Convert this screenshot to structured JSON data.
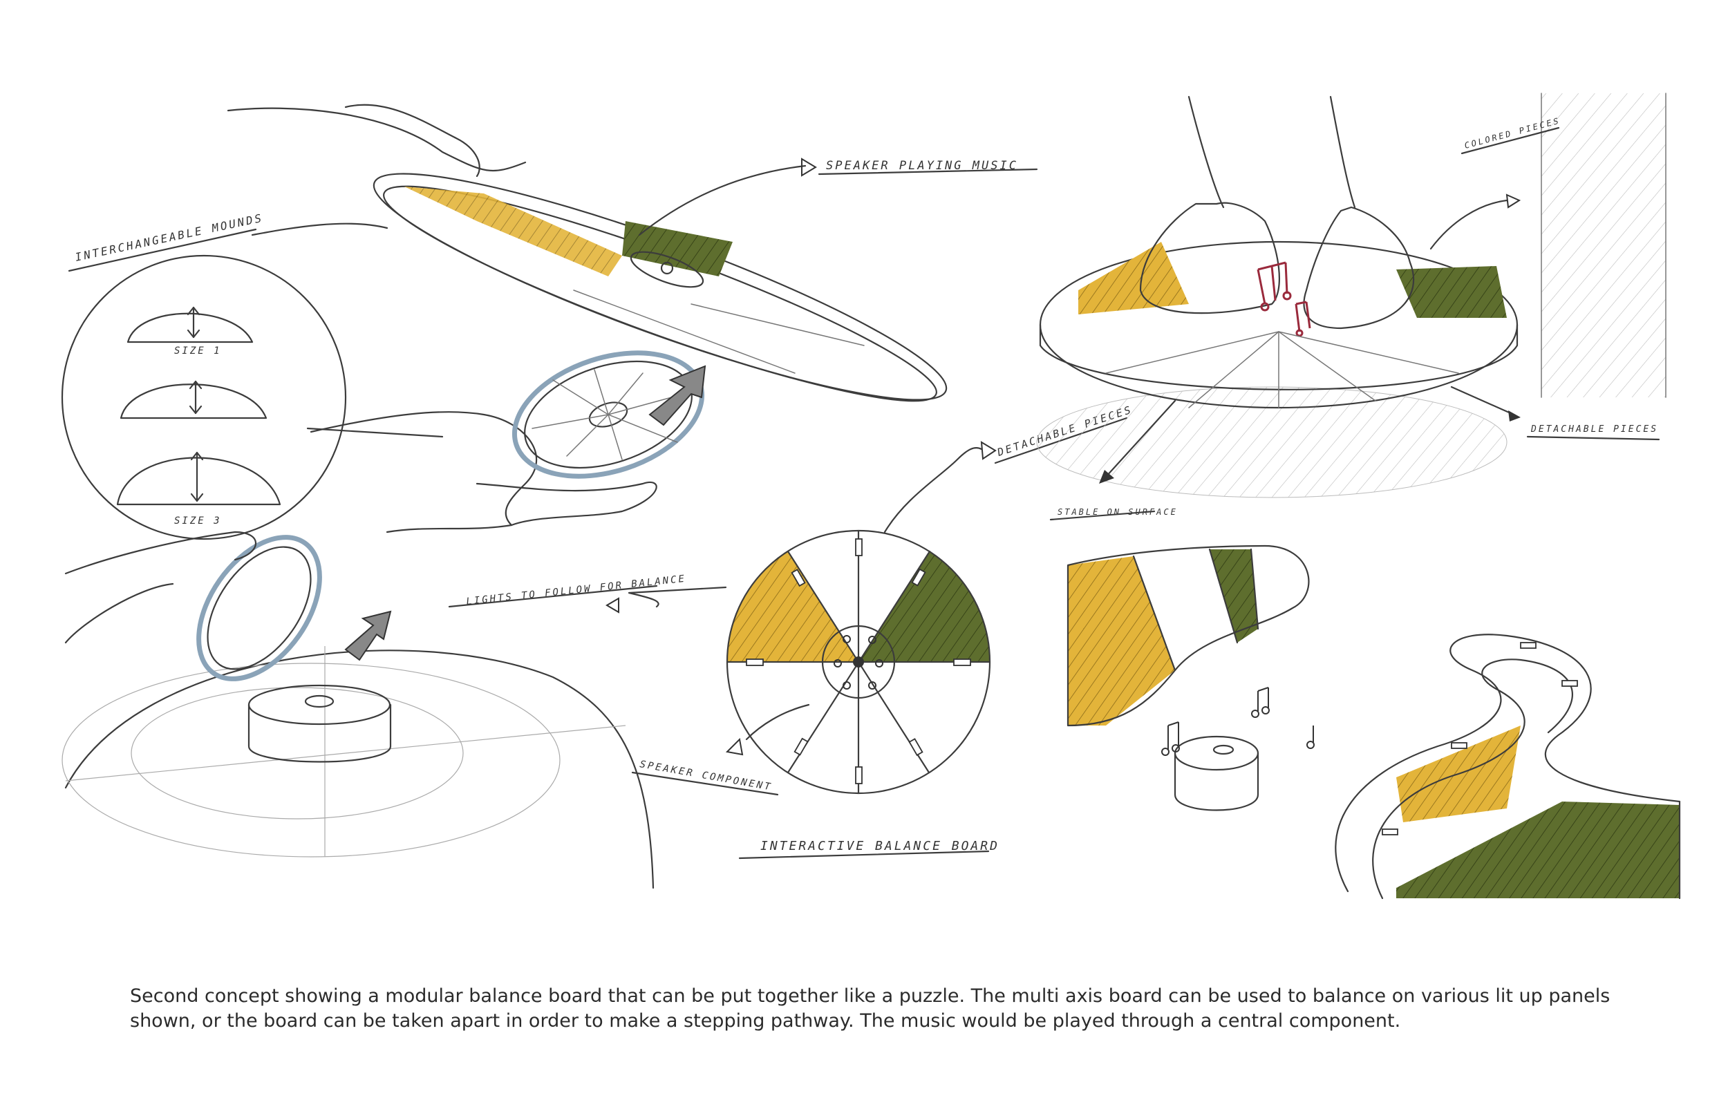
{
  "sketch": {
    "labels": {
      "speaker_playing_music": "SPEAKER PLAYING MUSIC",
      "interchangeable_mounds": "INTERCHANGEABLE MOUNDS",
      "size_1": "SIZE 1",
      "size_3": "SIZE 3",
      "lights_to_follow": "LIGHTS TO FOLLOW FOR BALANCE",
      "detachable_pieces": "DETACHABLE PIECES",
      "speaker_component": "SPEAKER COMPONENT",
      "interactive_balance_board": "INTERACTIVE BALANCE BOARD",
      "stable_on_surface": "STABLE ON SURFACE",
      "detachable_pieces_2": "DETACHABLE PIECES",
      "colored_pieces": "COLORED PIECES"
    },
    "colors": {
      "yellow": "#e3b43a",
      "green": "#5e6e2e",
      "pencil": "#3c3c3c",
      "music_note_red": "#9a2a3c",
      "blue_ring": "#8aa3b8"
    }
  },
  "caption": {
    "text": "Second concept showing a modular balance board that can be put together like a puzzle. The multi axis board can be used to balance on various lit up panels shown, or the board can be taken apart in order to make a stepping pathway. The music would be played through a central component."
  }
}
